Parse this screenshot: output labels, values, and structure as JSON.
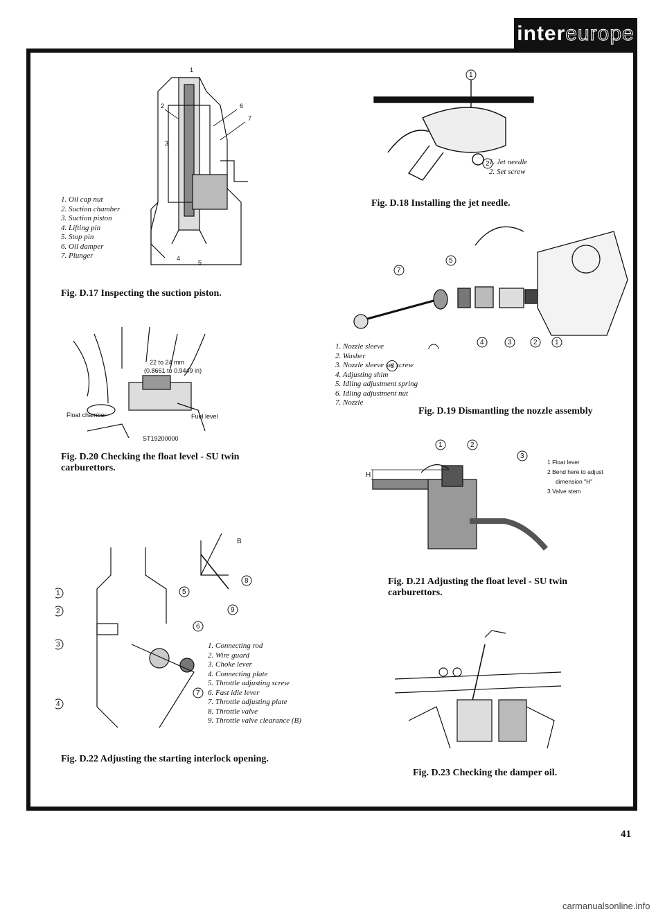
{
  "brand": {
    "logo_text": "inter",
    "logo_text_light": "europe"
  },
  "page_number": "41",
  "footer_watermark": "carmanualsonline.info",
  "figures": {
    "d17": {
      "caption": "Fig. D.17 Inspecting the suction piston.",
      "legend": [
        "1. Oil cap nut",
        "2. Suction chamber",
        "3. Suction piston",
        "4. Lifting pin",
        "5. Stop pin",
        "6. Oil damper",
        "7. Plunger"
      ],
      "callouts": [
        "1",
        "2",
        "3",
        "4",
        "5",
        "6",
        "7"
      ]
    },
    "d18": {
      "caption": "Fig. D.18 Installing the jet needle.",
      "legend": [
        "1. Jet needle",
        "2. Set screw"
      ],
      "callouts": [
        "1",
        "2"
      ]
    },
    "d19": {
      "caption": "Fig. D.19 Dismantling the nozzle assembly",
      "legend": [
        "1. Nozzle sleeve",
        "2. Washer",
        "3. Nozzle sleeve set screw",
        "4. Adjusting shim",
        "5. Idling adjustment spring",
        "6. Idling adjustment nut",
        "7. Nozzle"
      ],
      "callouts": [
        "1",
        "2",
        "3",
        "4",
        "5",
        "6",
        "7"
      ]
    },
    "d20": {
      "caption": "Fig. D.20 Checking the float level - SU twin carburettors.",
      "image_labels": {
        "dimension": "22 to 24 mm",
        "dimension_in": "(0.8661 to 0.9449 in)",
        "float_chamber": "Float chamber",
        "fuel_level": "Fuel level",
        "code": "ST19200000"
      }
    },
    "d21": {
      "caption": "Fig. D.21 Adjusting the float level - SU twin carburettors.",
      "legend": [
        "1   Float lever",
        "2   Bend here to adjust",
        "dimension \"H\"",
        "3   Valve stem"
      ],
      "callouts": [
        "1",
        "2",
        "3"
      ],
      "dim_label": "H"
    },
    "d22": {
      "caption": "Fig. D.22 Adjusting the starting interlock opening.",
      "legend": [
        "1. Connecting rod",
        "2. Wire guard",
        "3. Choke lever",
        "4. Connecting plate",
        "5. Throttle adjusting screw",
        "6. Fast idle lever",
        "7. Throttle adjusting plate",
        "8. Throttle valve",
        "9. Throttle valve clearance (B)"
      ],
      "callouts": [
        "1",
        "2",
        "3",
        "4",
        "5",
        "6",
        "7",
        "8",
        "9"
      ],
      "dim_label": "B"
    },
    "d23": {
      "caption": "Fig. D.23 Checking the damper oil."
    }
  }
}
